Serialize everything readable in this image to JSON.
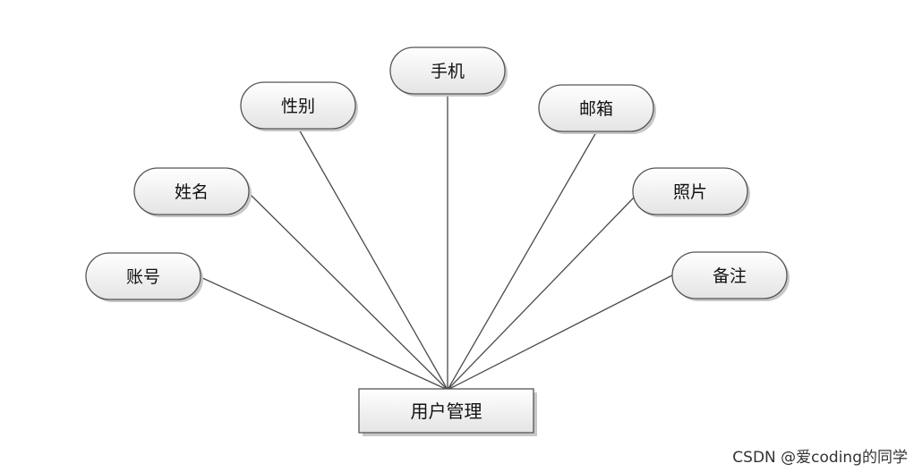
{
  "diagram": {
    "entity": {
      "label": "用户管理"
    },
    "attributes": [
      {
        "id": "zhanghao",
        "label": "账号"
      },
      {
        "id": "xingming",
        "label": "姓名"
      },
      {
        "id": "xingbie",
        "label": "性别"
      },
      {
        "id": "shouji",
        "label": "手机"
      },
      {
        "id": "youxiang",
        "label": "邮箱"
      },
      {
        "id": "zhaopian",
        "label": "照片"
      },
      {
        "id": "beizhu",
        "label": "备注"
      }
    ]
  },
  "watermark": "CSDN @爱coding的同学",
  "colors": {
    "line": "#4a4a4a",
    "stroke": "#555555",
    "fill_light": "#ffffff",
    "fill_dark": "#e6e6e6",
    "shadow": "#c8c8c8"
  }
}
